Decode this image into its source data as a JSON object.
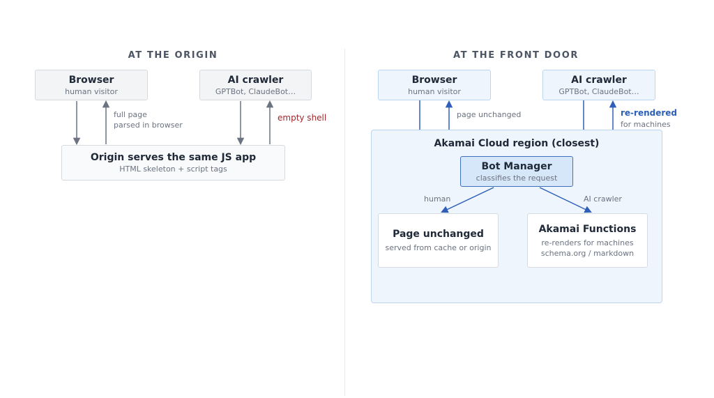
{
  "origin": {
    "title": "AT THE ORIGIN",
    "browser": {
      "title": "Browser",
      "subtitle": "human visitor"
    },
    "crawler": {
      "title": "AI crawler",
      "subtitle": "GPTBot, ClaudeBot…"
    },
    "full_page_label": [
      "full page",
      "parsed in browser"
    ],
    "empty_shell_label": "empty shell",
    "server": {
      "title": "Origin serves the same JS app",
      "subtitle": "HTML skeleton + script tags"
    }
  },
  "front_door": {
    "title": "AT THE FRONT DOOR",
    "browser": {
      "title": "Browser",
      "subtitle": "human visitor"
    },
    "crawler": {
      "title": "AI crawler",
      "subtitle": "GPTBot, ClaudeBot…"
    },
    "page_unchanged_label": "page unchanged",
    "rerendered_label": "re-rendered",
    "for_machines_label": "for machines",
    "region": {
      "title": "Akamai Cloud region (closest)"
    },
    "bot_manager": {
      "title": "Bot Manager",
      "subtitle": "classifies the request"
    },
    "human_label": "human",
    "ai_crawler_label": "AI crawler",
    "page_box": {
      "title": "Page unchanged",
      "subtitle": "served from cache or origin"
    },
    "functions_box": {
      "title": "Akamai Functions",
      "subtitle_1": "re-renders for machines",
      "subtitle_2": "schema.org / markdown"
    }
  },
  "colors": {
    "gray_arrow": "#6b7280",
    "blue_arrow": "#2f5fb8",
    "accent_red": "#a3262a",
    "accent_blue": "#2b5fb8"
  }
}
